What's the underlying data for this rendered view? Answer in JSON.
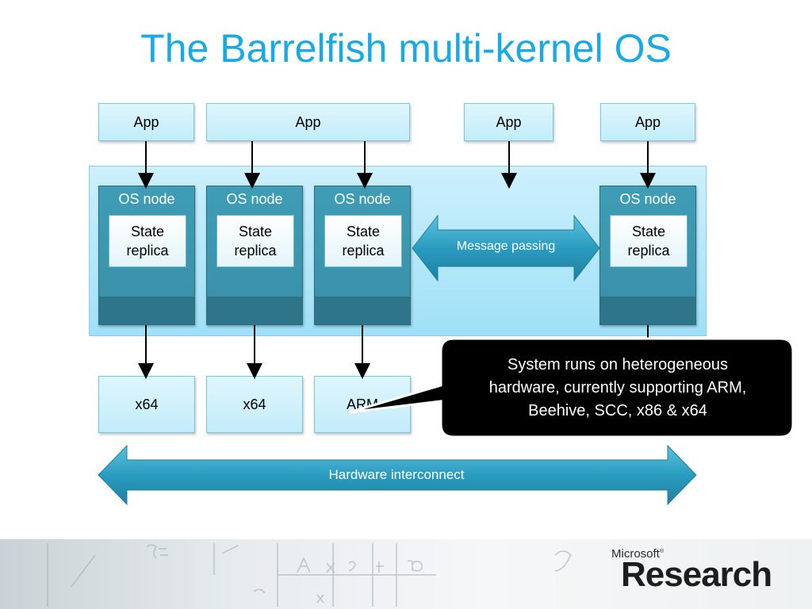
{
  "slide": {
    "title": "The Barrelfish multi-kernel OS"
  },
  "apps": [
    {
      "label": "App"
    },
    {
      "label": "App"
    },
    {
      "label": "App"
    },
    {
      "label": "App"
    }
  ],
  "os_nodes": [
    {
      "label": "OS node",
      "state_line1": "State",
      "state_line2": "replica"
    },
    {
      "label": "OS node",
      "state_line1": "State",
      "state_line2": "replica"
    },
    {
      "label": "OS node",
      "state_line1": "State",
      "state_line2": "replica"
    },
    {
      "label": "OS node",
      "state_line1": "State",
      "state_line2": "replica"
    }
  ],
  "message_passing": {
    "label": "Message passing"
  },
  "hardware": [
    {
      "label": "x64"
    },
    {
      "label": "x64"
    },
    {
      "label": "ARM"
    }
  ],
  "interconnect": {
    "label": "Hardware interconnect"
  },
  "callout": {
    "line1": "System runs on heterogeneous",
    "line2": "hardware, currently supporting ARM,",
    "line3": "Beehive, SCC, x86 & x64"
  },
  "branding": {
    "company": "Microsoft",
    "division": "Research",
    "trademark": "®"
  },
  "colors": {
    "title": "#19a9e5",
    "os_node": "#3a92aa",
    "arrow": "#2a8fb0",
    "callout_bg": "#000000"
  }
}
